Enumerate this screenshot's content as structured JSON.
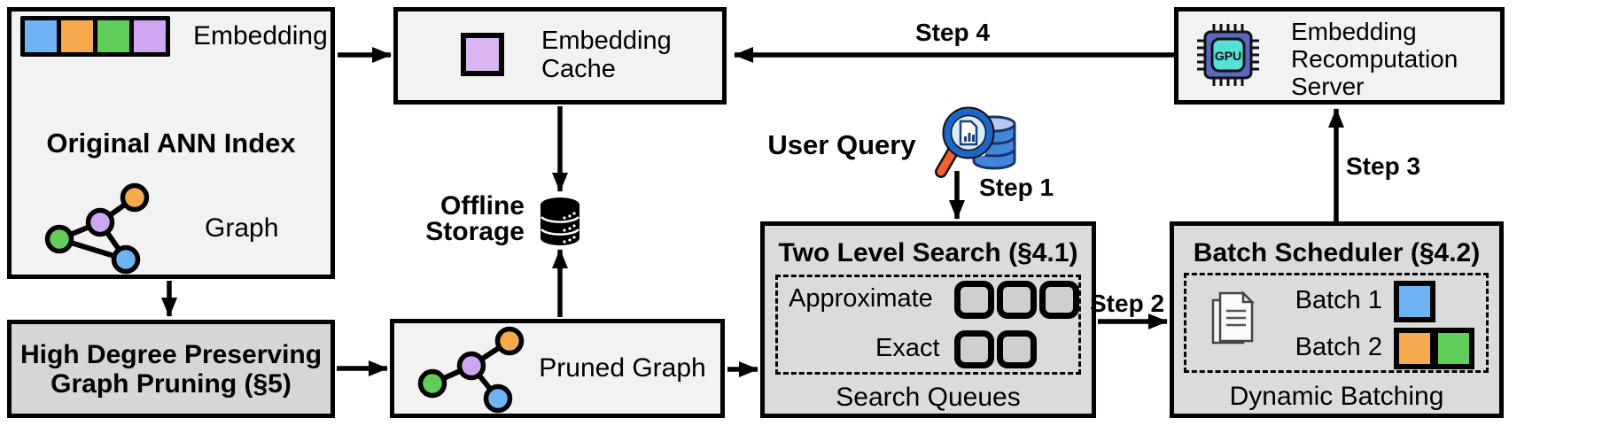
{
  "colors": {
    "blue": "#6EB4F5",
    "orange": "#F7A94E",
    "green": "#62CE5A",
    "purple": "#CDA5F1",
    "cache_purple": "#D9B5F3",
    "box_light": "#F2F2F2",
    "box_gray": "#DBDBDB",
    "slot_gray": "#CFCFCF",
    "gpu_body": "#5A68C2",
    "gpu_core": "#55E0D6",
    "db_blue": "#4186D8",
    "magnifier_ring": "#1D65C9",
    "magnifier_handle": "#F2622D"
  },
  "ann_index": {
    "title": "Original ANN Index",
    "embedding_label": "Embedding",
    "graph_label": "Graph"
  },
  "embedding_cache": {
    "line1": "Embedding",
    "line2": "Cache"
  },
  "recomputation_server": {
    "line1": "Embedding",
    "line2": "Recomputation",
    "line3": "Server"
  },
  "offline_storage": {
    "line1": "Offline",
    "line2": "Storage"
  },
  "user_query": {
    "label": "User Query"
  },
  "two_level_search": {
    "title": "Two Level Search (§4.1)",
    "row1_label": "Approximate",
    "row1_slots": 3,
    "row2_label": "Exact",
    "row2_slots": 2,
    "footer": "Search Queues"
  },
  "batch_scheduler": {
    "title": "Batch Scheduler (§4.2)",
    "batch1_label": "Batch 1",
    "batch2_label": "Batch 2",
    "footer": "Dynamic Batching"
  },
  "graph_pruning": {
    "line1": "High Degree Preserving",
    "line2": "Graph Pruning (§5)"
  },
  "pruned_graph": {
    "label": "Pruned Graph"
  },
  "steps": {
    "step1": "Step 1",
    "step2": "Step 2",
    "step3": "Step 3",
    "step4": "Step 4"
  },
  "icons": {
    "gpu_label": "GPU"
  }
}
